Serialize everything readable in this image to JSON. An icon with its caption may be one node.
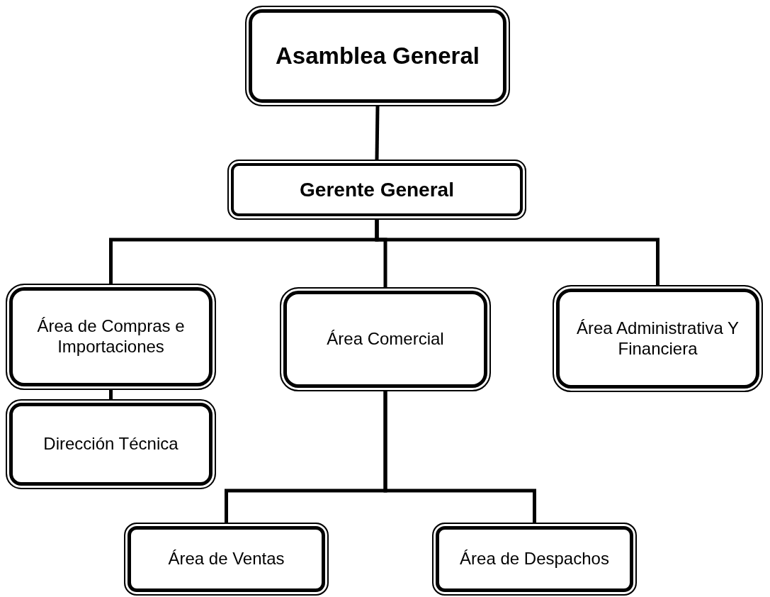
{
  "diagram": {
    "nodes": [
      {
        "text": [
          "Asamblea General"
        ]
      },
      {
        "text": [
          "Gerente General"
        ]
      },
      {
        "text": [
          "Área de Compras e Importaciones"
        ]
      },
      {
        "text": [
          "Área Comercial"
        ]
      },
      {
        "text": [
          "Área Administrativa Y Financiera"
        ]
      },
      {
        "text": [
          "Dirección Técnica"
        ]
      },
      {
        "text": [
          "Área de Ventas"
        ]
      },
      {
        "text": [
          "Área de Despachos"
        ]
      }
    ],
    "edges": [
      {
        "from": 0,
        "to": 1,
        "arrow": "none"
      },
      {
        "from": 1,
        "to": 2,
        "arrow": "none"
      },
      {
        "from": 1,
        "to": 3,
        "arrow": "none"
      },
      {
        "from": 1,
        "to": 4,
        "arrow": "none"
      },
      {
        "from": 2,
        "to": 5,
        "arrow": "none"
      },
      {
        "from": 3,
        "to": 6,
        "arrow": "none"
      },
      {
        "from": 3,
        "to": 7,
        "arrow": "none"
      }
    ]
  }
}
